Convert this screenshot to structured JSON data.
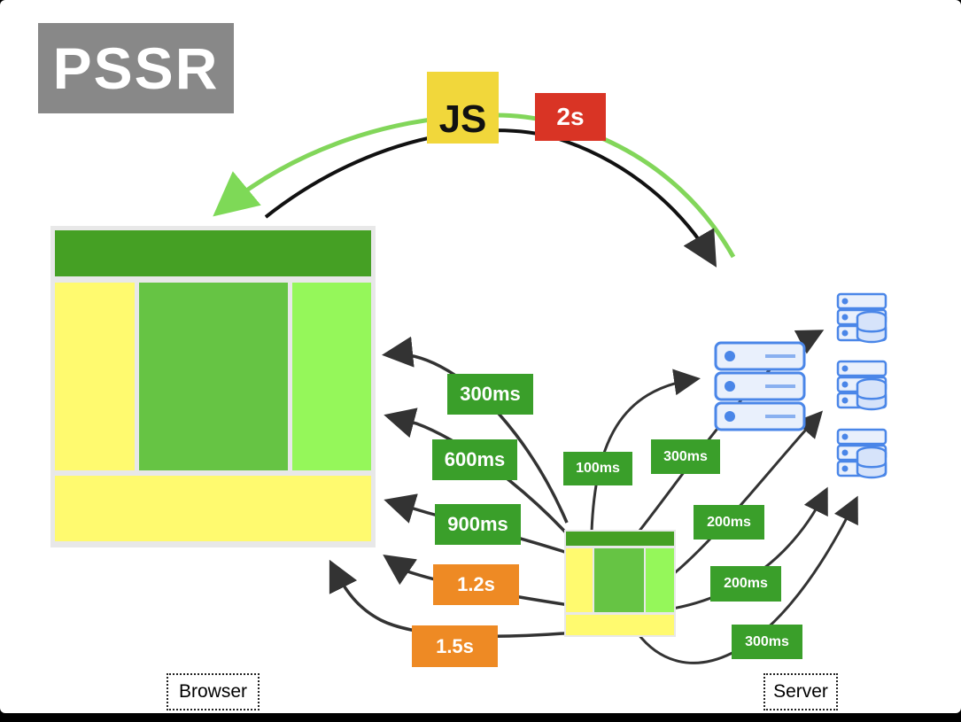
{
  "title": "PSSR",
  "js_label": "JS",
  "js_time": "2s",
  "browser_label": "Browser",
  "server_label": "Server",
  "timings": {
    "t300": "300ms",
    "t600": "600ms",
    "t900": "900ms",
    "t1200": "1.2s",
    "t1500": "1.5s",
    "s100": "100ms",
    "s300a": "300ms",
    "s200a": "200ms",
    "s200b": "200ms",
    "s300b": "300ms"
  },
  "colors": {
    "header_green": "#45a024",
    "mid_green": "#66c444",
    "light_green": "#95f75a",
    "yellow": "#fffa6f",
    "tag_green": "#3a9f2a",
    "tag_orange": "#ee8a24",
    "tag_red": "#d93425",
    "js_yellow": "#f1d73b",
    "server_blue": "#4a86e8"
  },
  "icons": {
    "server_stack": "server-rack-icon",
    "database": "database-server-icon"
  }
}
